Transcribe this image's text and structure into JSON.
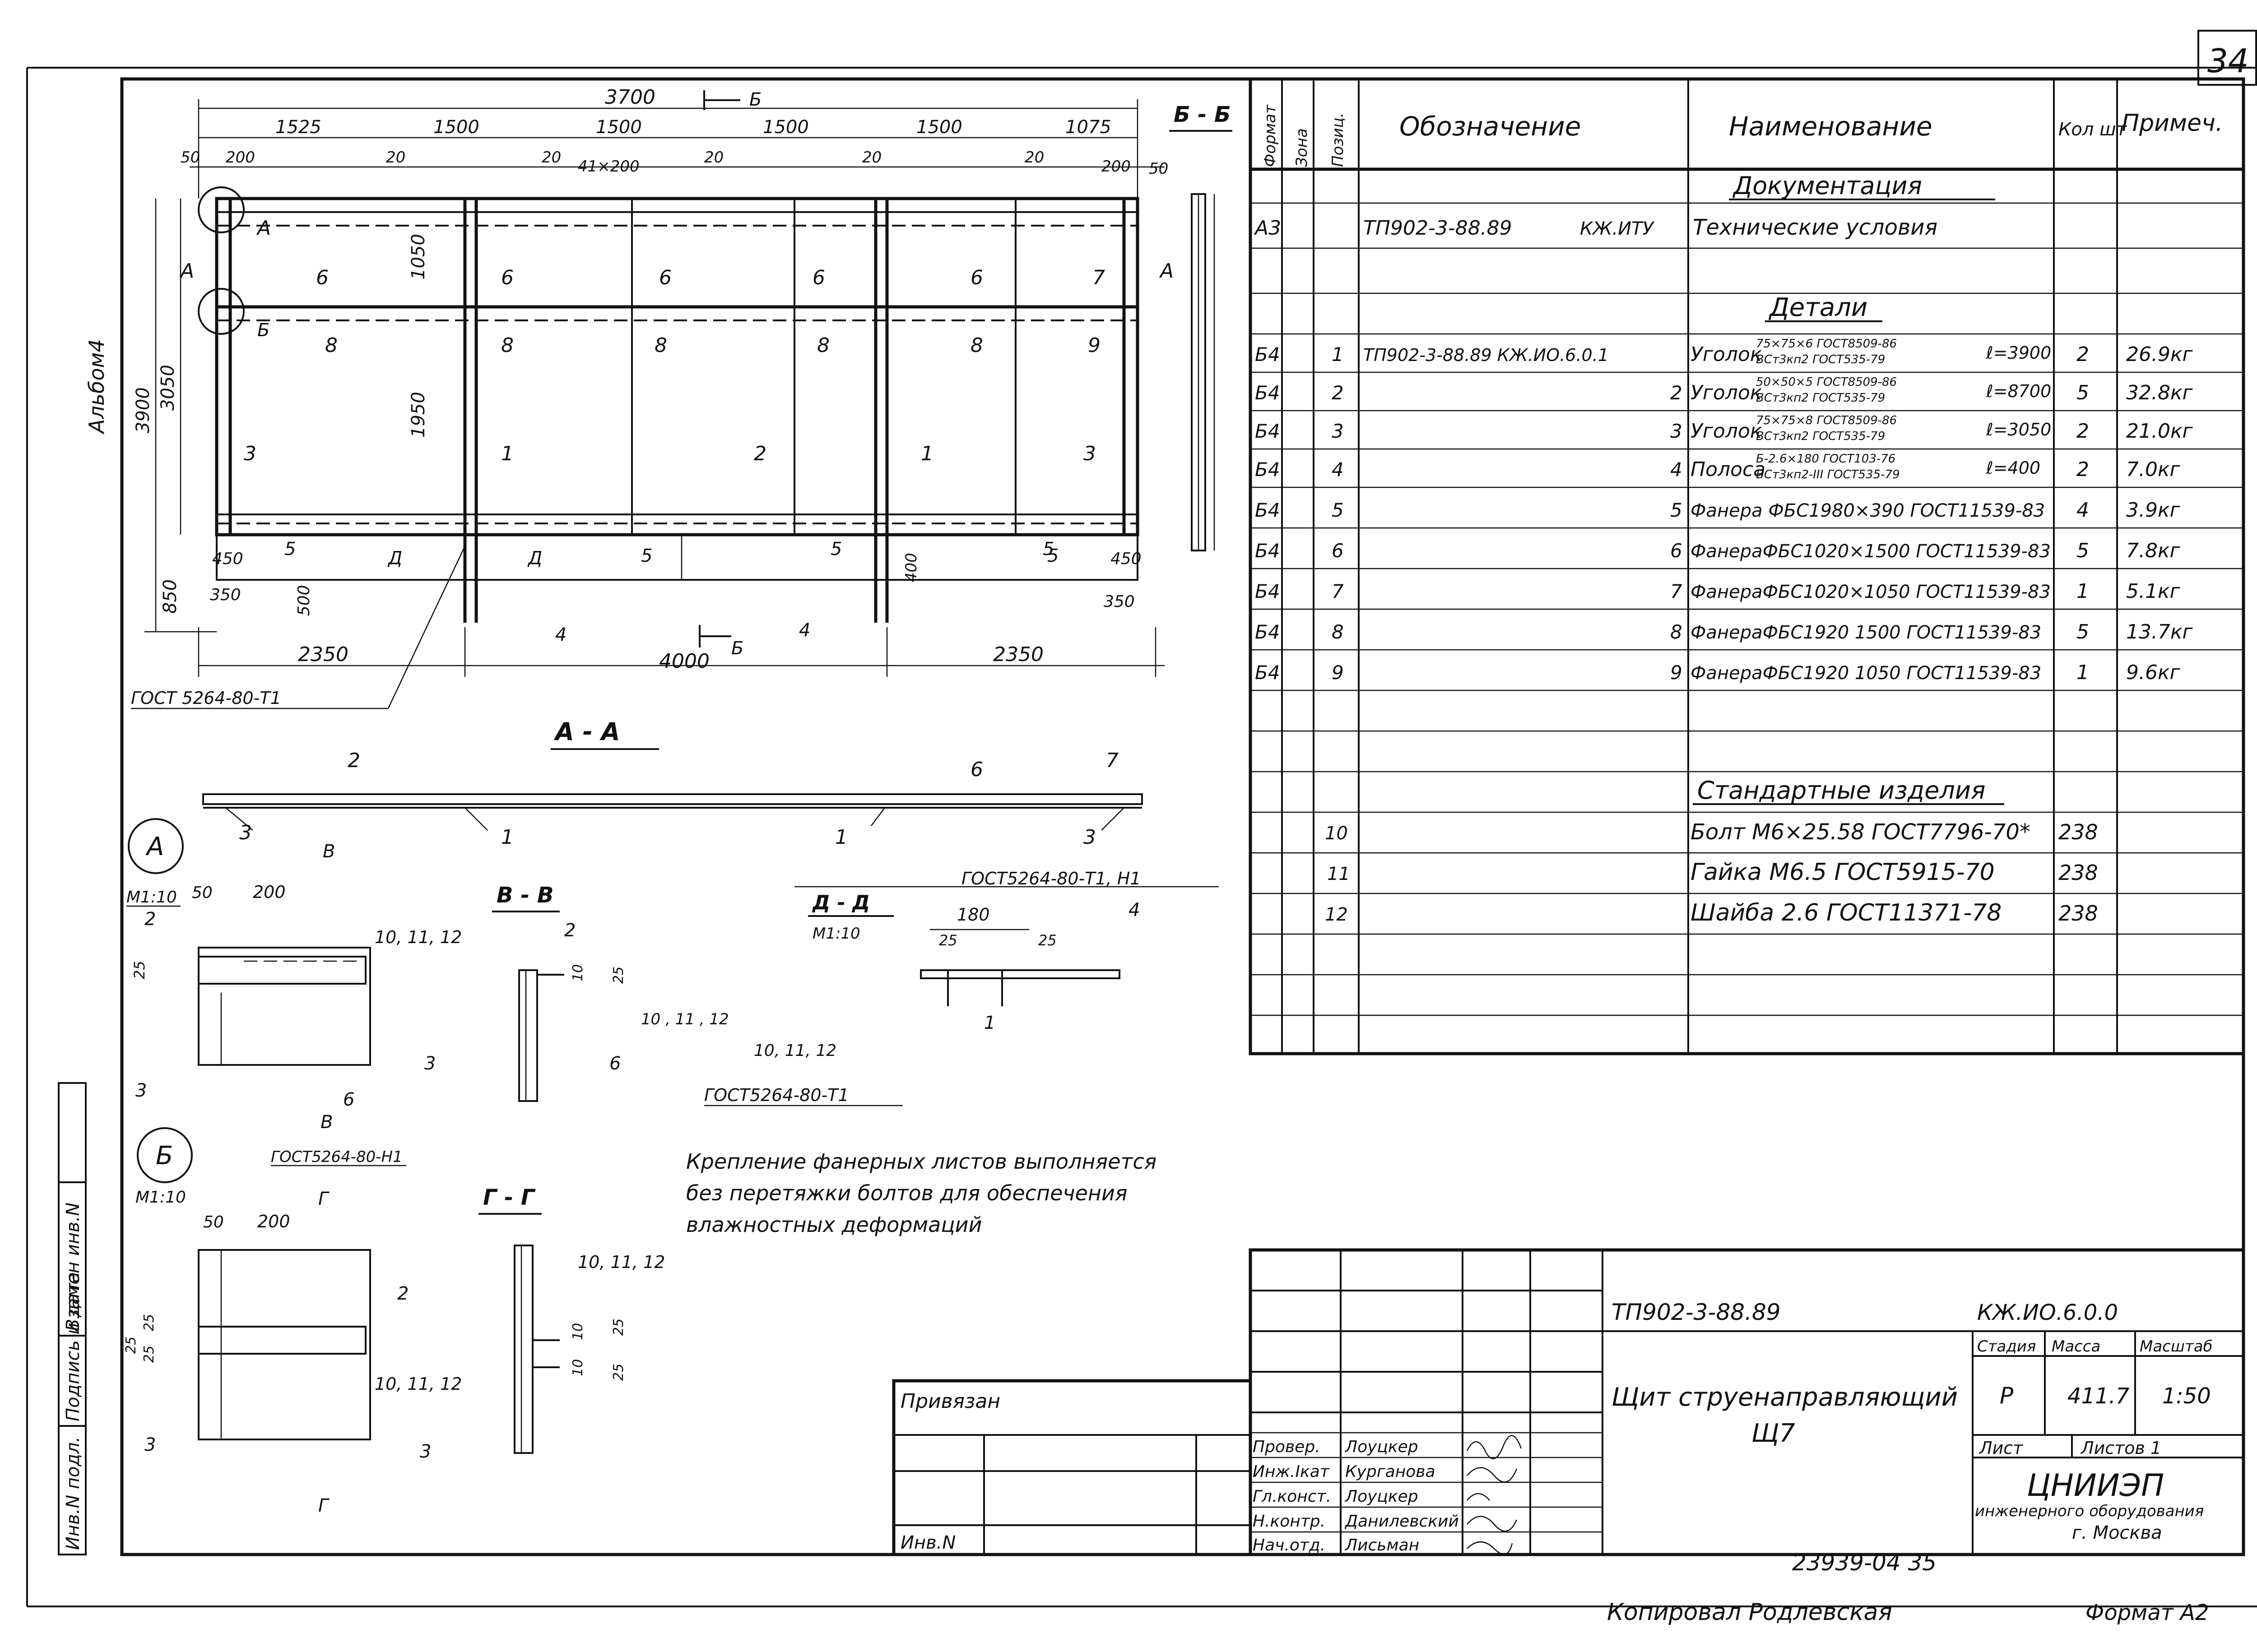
{
  "sheet_number": "34",
  "album_label": "Альбом4",
  "elevation": {
    "total_width": "3700",
    "section_mark_top": "Б",
    "top_spans": [
      "1525",
      "1500",
      "1500",
      "1500",
      "1500",
      "1075"
    ],
    "top_details": [
      "50",
      "200",
      "20",
      "20",
      "41×200",
      "20",
      "20",
      "20",
      "200",
      "50"
    ],
    "left_dims": [
      "3900",
      "3050",
      "850",
      "1050",
      "1950"
    ],
    "left_small": [
      "450",
      "350",
      "500"
    ],
    "right_small": [
      "450",
      "350"
    ],
    "center_dim": "400",
    "bottom_dims": [
      "2350",
      "4000",
      "2350"
    ],
    "section_mark_bottom": "Б",
    "section_title": "Б - Б",
    "pos_top": [
      "6",
      "6",
      "6",
      "6",
      "6",
      "7"
    ],
    "pos_mid": [
      "8",
      "8",
      "8",
      "8",
      "8",
      "9"
    ],
    "pos_low": [
      "3",
      "1",
      "2",
      "1",
      "3"
    ],
    "pos_bottom": [
      "5",
      "5",
      "5",
      "5",
      "5",
      "4",
      "4"
    ],
    "mark_A": "А",
    "mark_B": "Б",
    "mark_D": "Д",
    "gost_note": "ГОСТ 5264-80-Т1"
  },
  "section_AA": {
    "title": "А - А",
    "labels": [
      "2",
      "6",
      "7",
      "3",
      "1",
      "1",
      "3"
    ],
    "gost": "ГОСТ5264-80-Т1, Н1"
  },
  "node_A": {
    "mark": "А",
    "scale": "М1:10",
    "dims": [
      "50",
      "200",
      "25"
    ],
    "labels": [
      "2",
      "10, 11, 12",
      "3",
      "6"
    ],
    "cut": "В",
    "gost": "ГОСТ5264-80-Н1"
  },
  "section_VV": {
    "title": "В - В",
    "labels": [
      "2",
      "10",
      "25",
      "10 , 11 , 12",
      "3",
      "6"
    ]
  },
  "section_DD": {
    "title": "Д - Д",
    "scale": "М1:10",
    "dims": [
      "180",
      "25",
      "25"
    ],
    "labels": [
      "4",
      "1",
      "10, 11, 12"
    ],
    "gost": "ГОСТ5264-80-Т1"
  },
  "node_B": {
    "mark": "Б",
    "scale": "М1:10",
    "dims": [
      "50",
      "200",
      "25",
      "25",
      "25"
    ],
    "labels": [
      "2",
      "10, 11, 12",
      "3"
    ],
    "cut": "Г"
  },
  "section_GG": {
    "title": "Г - Г",
    "labels": [
      "10, 11, 12",
      "10",
      "10",
      "25",
      "25",
      "3"
    ]
  },
  "note": [
    "Крепление фанерных листов выполняется",
    "без перетяжки болтов для обеспечения",
    "влажностных деформаций"
  ],
  "spec": {
    "headers": [
      "Формат",
      "Зона",
      "Позиц.",
      "Обозначение",
      "Наименование",
      "Кол шт",
      "Примеч."
    ],
    "section_docs": "Документация",
    "doc_row": {
      "format": "А3",
      "designation": "ТП902-3-88.89",
      "code": "КЖ.ИТУ",
      "name": "Технические условия"
    },
    "section_parts": "Детали",
    "parts": [
      {
        "format": "Б4",
        "pos": "1",
        "designation": "ТП902-3-88.89 КЖ.ИО.6.0.1",
        "name": "Уголок",
        "spec1": "75×75×6 ГОСТ8509-86",
        "spec2": "ВСт3кп2 ГОСТ535-79",
        "length": "ℓ=3900",
        "qty": "2",
        "mass": "26.9кг"
      },
      {
        "format": "Б4",
        "pos": "2",
        "designation": "2",
        "name": "Уголок",
        "spec1": "50×50×5 ГОСТ8509-86",
        "spec2": "ВСт3кп2 ГОСТ535-79",
        "length": "ℓ=8700",
        "qty": "5",
        "mass": "32.8кг"
      },
      {
        "format": "Б4",
        "pos": "3",
        "designation": "3",
        "name": "Уголок",
        "spec1": "75×75×8 ГОСТ8509-86",
        "spec2": "ВСт3кп2 ГОСТ535-79",
        "length": "ℓ=3050",
        "qty": "2",
        "mass": "21.0кг"
      },
      {
        "format": "Б4",
        "pos": "4",
        "designation": "4",
        "name": "Полоса",
        "spec1": "Б-2.6×180 ГОСТ103-76",
        "spec2": "ВСт3кп2-III ГОСТ535-79",
        "length": "ℓ=400",
        "qty": "2",
        "mass": "7.0кг"
      },
      {
        "format": "Б4",
        "pos": "5",
        "designation": "5",
        "name": "Фанера ФБС1980×390 ГОСТ11539-83",
        "spec1": "",
        "spec2": "",
        "length": "",
        "qty": "4",
        "mass": "3.9кг"
      },
      {
        "format": "Б4",
        "pos": "6",
        "designation": "6",
        "name": "ФанераФБС1020×1500 ГОСТ11539-83",
        "spec1": "",
        "spec2": "",
        "length": "",
        "qty": "5",
        "mass": "7.8кг"
      },
      {
        "format": "Б4",
        "pos": "7",
        "designation": "7",
        "name": "ФанераФБС1020×1050 ГОСТ11539-83",
        "spec1": "",
        "spec2": "",
        "length": "",
        "qty": "1",
        "mass": "5.1кг"
      },
      {
        "format": "Б4",
        "pos": "8",
        "designation": "8",
        "name": "ФанераФБС1920 1500 ГОСТ11539-83",
        "spec1": "",
        "spec2": "",
        "length": "",
        "qty": "5",
        "mass": "13.7кг"
      },
      {
        "format": "Б4",
        "pos": "9",
        "designation": "9",
        "name": "ФанераФБС1920 1050 ГОСТ11539-83",
        "spec1": "",
        "spec2": "",
        "length": "",
        "qty": "1",
        "mass": "9.6кг"
      }
    ],
    "section_std": "Стандартные изделия",
    "std": [
      {
        "pos": "10",
        "name": "Болт М6×25.58 ГОСТ7796-70*",
        "qty": "238"
      },
      {
        "pos": "11",
        "name": "Гайка М6.5 ГОСТ5915-70",
        "qty": "238"
      },
      {
        "pos": "12",
        "name": "Шайба 2.6 ГОСТ11371-78",
        "qty": "238"
      }
    ]
  },
  "title_block": {
    "project": "ТП902-3-88.89",
    "code": "КЖ.ИО.6.0.0",
    "title_line1": "Щит струенаправляющий",
    "title_line2": "Щ7",
    "col_headers": [
      "Стадия",
      "Масса",
      "Масштаб"
    ],
    "stage": "Р",
    "mass": "411.7",
    "scale": "1:50",
    "sheet_label": "Лист",
    "sheets_label": "Листов 1",
    "org1": "ЦНИИЭП",
    "org2": "инженерного оборудования",
    "org3": "г. Москва",
    "bound": "Привязан",
    "inv": "Инв.N",
    "staff": [
      {
        "role": "Провер.",
        "name": "Лоуцкер"
      },
      {
        "role": "Инж.Iкат",
        "name": "Курганова"
      },
      {
        "role": "Гл.конст.",
        "name": "Лоуцкер"
      },
      {
        "role": "Н.контр.",
        "name": "Данилевский"
      },
      {
        "role": "Нач.отд.",
        "name": "Лисьман"
      }
    ]
  },
  "side_stamp": [
    "Инв.N подл.",
    "Подпись и дата",
    "Взамен инв.N"
  ],
  "bottom_code": "23939-04 35",
  "copied": "Копировал Родлевская",
  "format": "Формат А2"
}
